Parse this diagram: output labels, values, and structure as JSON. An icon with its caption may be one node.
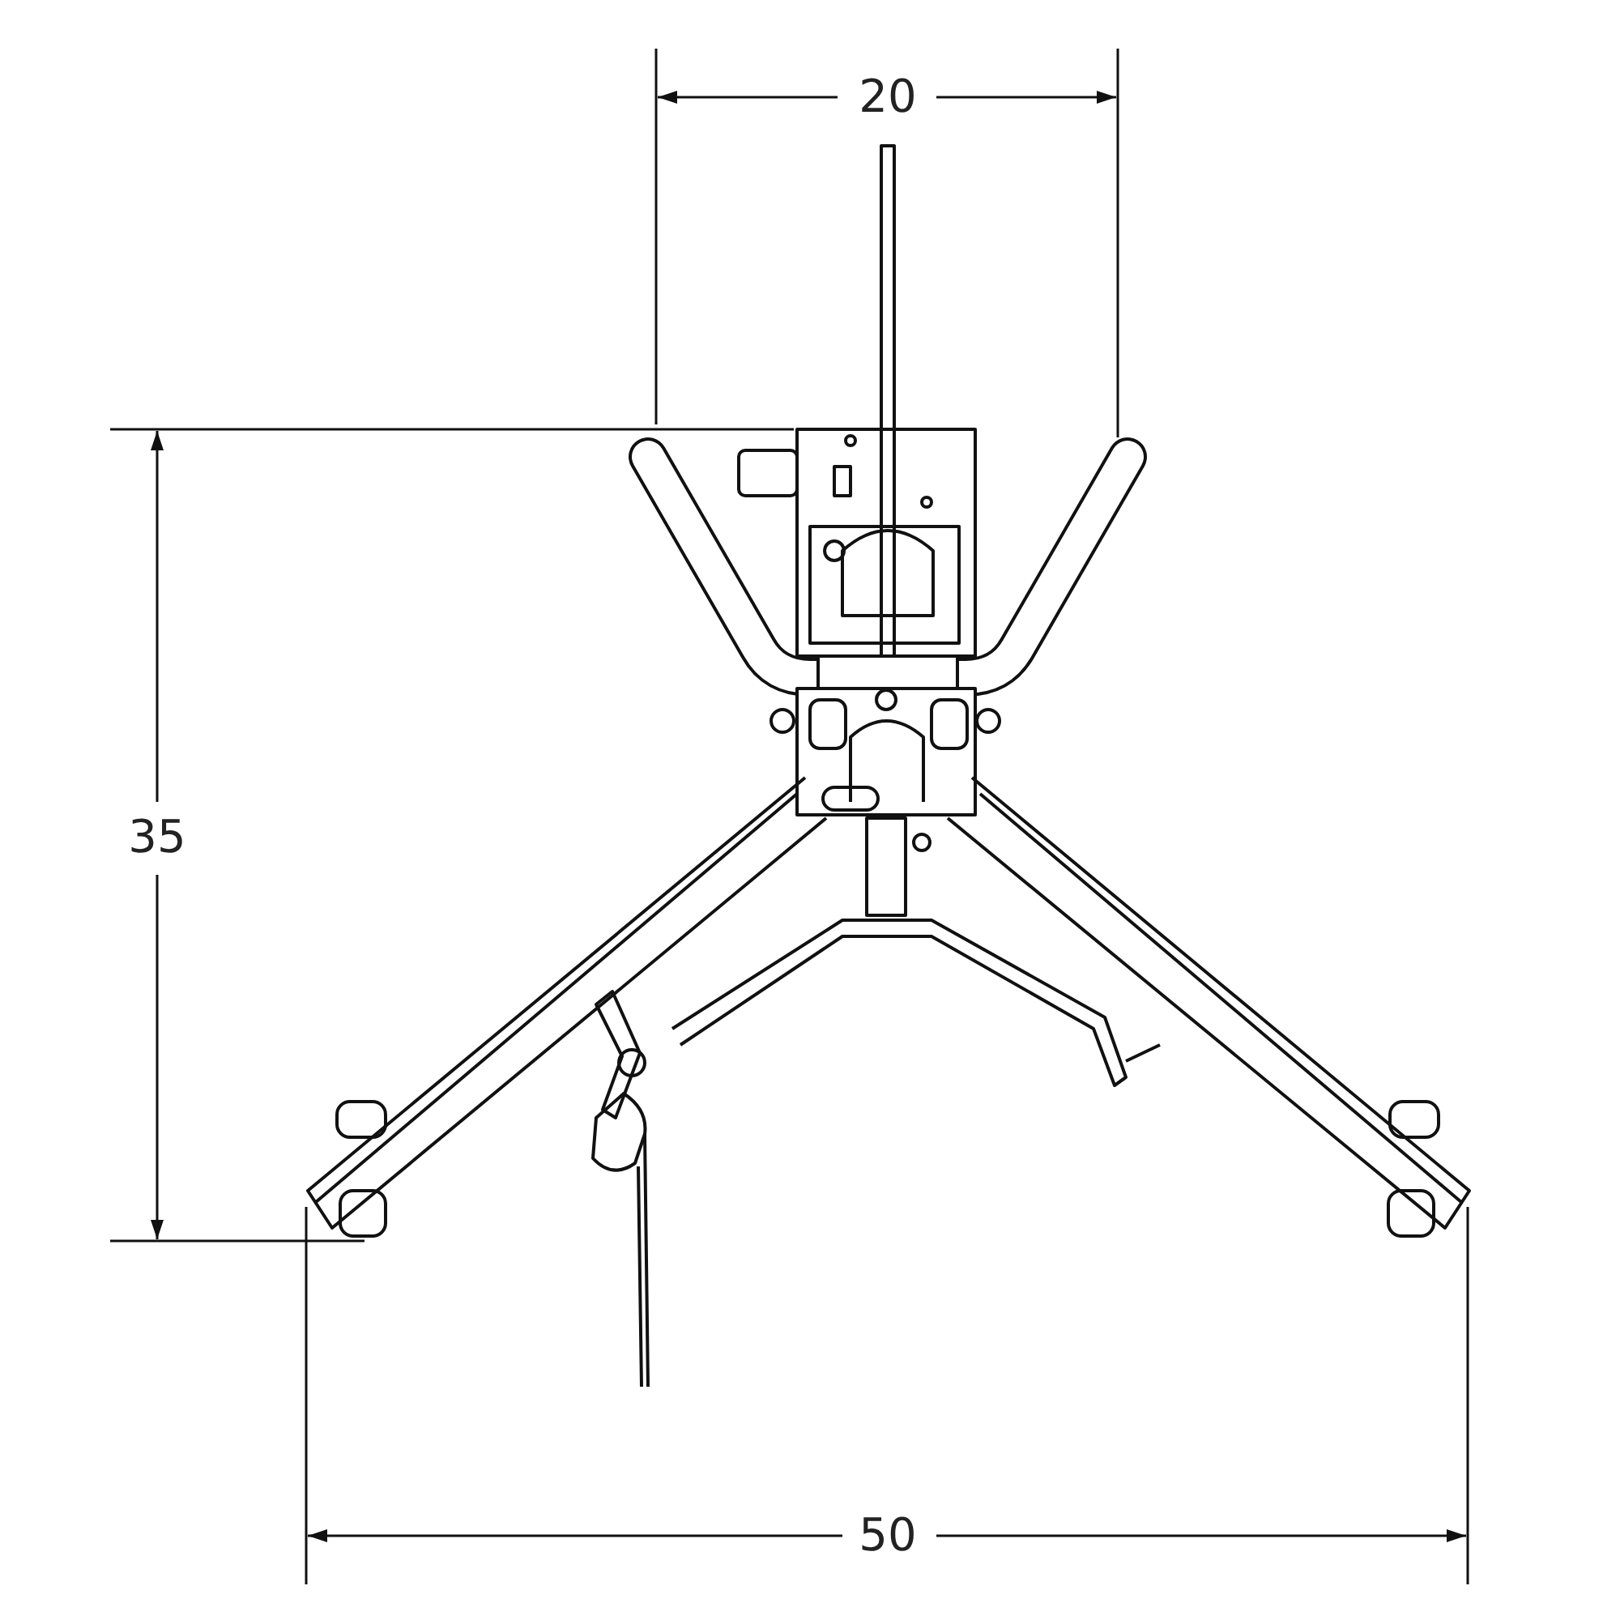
{
  "diagram": {
    "labels": [
      "20",
      "35",
      "50"
    ]
  }
}
